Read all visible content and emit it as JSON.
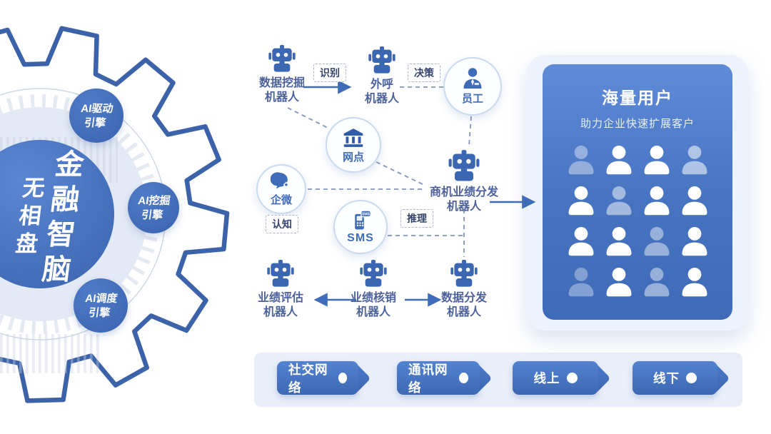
{
  "colors": {
    "accent": "#3f6cb8",
    "gear_outline": "#3c63a9",
    "robot_icon": "#3b66b2",
    "label_text": "#4d629c",
    "panel_blue": "#4673c0",
    "strip_bg": "#e9eef8"
  },
  "gear": {
    "disk_label_right": "金融智脑",
    "disk_label_left": "无相盘",
    "bubbles": [
      {
        "label": "AI驱动\n引擎"
      },
      {
        "label": "AI挖掘\n引擎"
      },
      {
        "label": "AI调度\n引擎"
      }
    ]
  },
  "flow": {
    "robots": [
      {
        "id": "data-mining",
        "label": "数据挖掘\n机器人"
      },
      {
        "id": "outbound-call",
        "label": "外呼\n机器人"
      },
      {
        "id": "opportunity-dispatch",
        "label": "商机业绩分发\n机器人"
      },
      {
        "id": "performance-eval",
        "label": "业绩评估\n机器人"
      },
      {
        "id": "performance-writeoff",
        "label": "业绩核销\n机器人"
      },
      {
        "id": "data-dispatch",
        "label": "数据分发\n机器人"
      }
    ],
    "badges": [
      {
        "label": "识别"
      },
      {
        "label": "决策"
      },
      {
        "label": "认知"
      },
      {
        "label": "推理"
      }
    ],
    "channels": [
      {
        "id": "branch",
        "label": "网点"
      },
      {
        "id": "wecom",
        "label": "企微"
      },
      {
        "id": "sms",
        "label": "SMS"
      }
    ],
    "staff": {
      "label": "员工"
    }
  },
  "panel": {
    "title": "海量用户",
    "subtitle": "助力企业快速扩展客户",
    "user_grid_opacity": [
      0.4,
      1,
      1,
      0.55,
      1,
      0.5,
      1,
      1,
      1,
      1,
      0.45,
      1,
      0.35,
      1,
      0.45,
      1
    ]
  },
  "bottom_tags": [
    {
      "label": "社交网络"
    },
    {
      "label": "通讯网络"
    },
    {
      "label": "线上"
    },
    {
      "label": "线下"
    }
  ]
}
